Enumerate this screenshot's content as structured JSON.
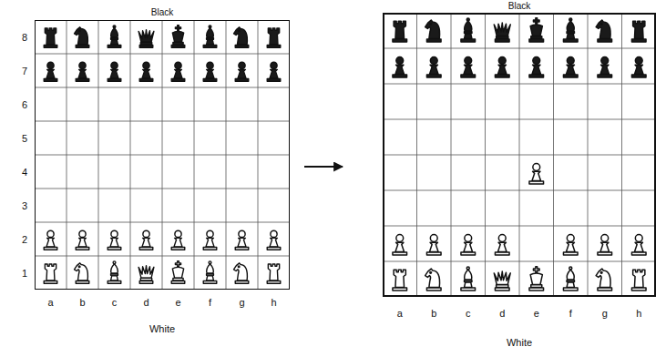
{
  "diagram": {
    "nodes": [
      {
        "text": [
          "Black",
          "White"
        ]
      },
      {
        "text": [
          "Black",
          "White"
        ]
      }
    ],
    "edges": [
      {
        "from": 0,
        "to": 1,
        "arrow": "to"
      }
    ],
    "labels": [
      "8",
      "7",
      "6",
      "5",
      "4",
      "3",
      "2",
      "1",
      "a",
      "b",
      "c",
      "d",
      "e",
      "f",
      "g",
      "h",
      "a",
      "b",
      "c",
      "d",
      "e",
      "f",
      "g",
      "h"
    ]
  }
}
